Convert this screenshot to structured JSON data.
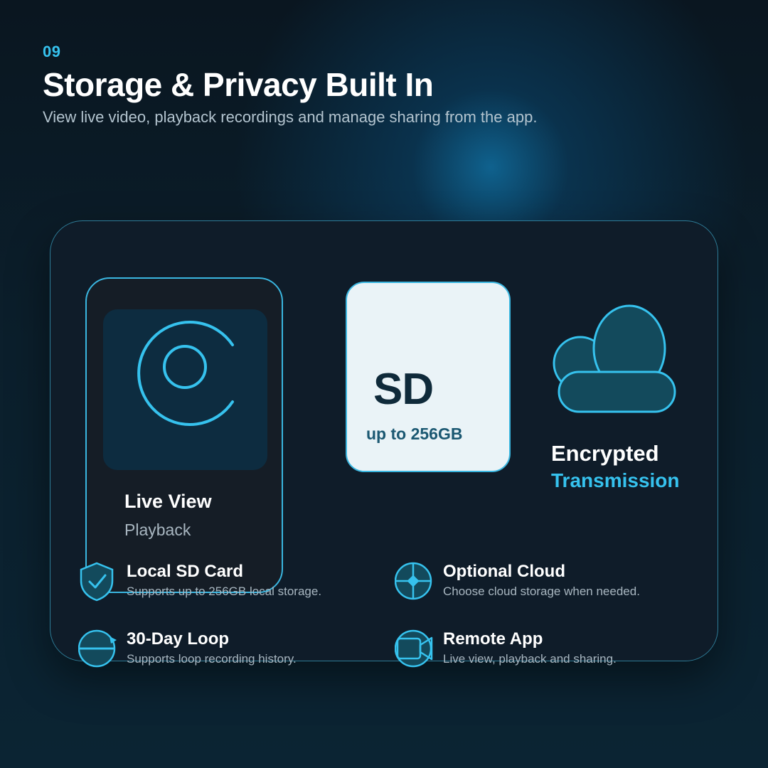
{
  "header": {
    "section_number": "09",
    "title": "Storage & Privacy Built In",
    "subtitle": "View live video, playback recordings and manage sharing from the app."
  },
  "phone": {
    "primary_label": "Live View",
    "secondary_label": "Playback",
    "icon": "camera-lens-icon"
  },
  "sd_card": {
    "label": "SD",
    "capacity": "up to 256GB"
  },
  "encryption": {
    "line1": "Encrypted",
    "line2": "Transmission",
    "icon": "cloud-icon"
  },
  "features": [
    {
      "title": "Local SD Card",
      "description": "Supports up to 256GB local storage.",
      "icon": "shield-check-icon"
    },
    {
      "title": "Optional Cloud",
      "description": "Choose cloud storage when needed.",
      "icon": "cloud-crosshair-icon"
    },
    {
      "title": "30-Day Loop",
      "description": "Supports loop recording history.",
      "icon": "loop-icon"
    },
    {
      "title": "Remote App",
      "description": "Live view, playback and sharing.",
      "icon": "video-camera-icon"
    }
  ],
  "colors": {
    "accent": "#36c2ee",
    "background": "#0b1f2c",
    "panel": "#0f1c29",
    "card_light": "#eaf3f7",
    "icon_fill": "#134a5c"
  }
}
